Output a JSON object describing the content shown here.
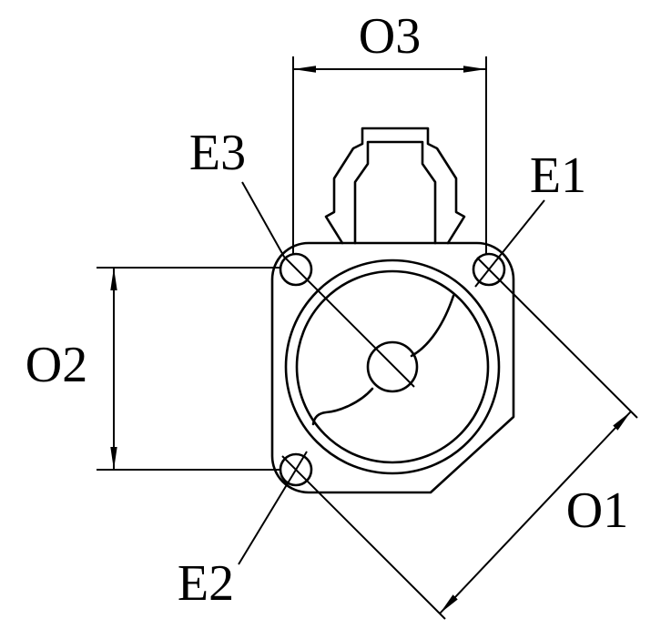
{
  "diagram": {
    "labels": {
      "o1": "O1",
      "o2": "O2",
      "o3": "O3",
      "e1": "E1",
      "e2": "E2",
      "e3": "E3"
    },
    "colors": {
      "line": "#000000",
      "background": "#ffffff"
    }
  }
}
